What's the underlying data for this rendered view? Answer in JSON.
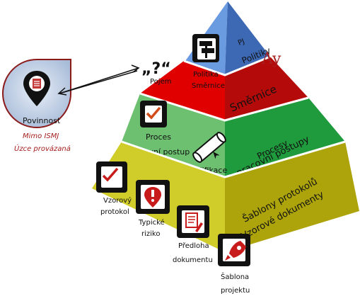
{
  "tiers": {
    "top": {
      "side_label_1": "PJ",
      "side_label_2": "Politiky",
      "front_label_1": "Politika",
      "front_label_2": "Směrnice"
    },
    "red": {
      "side_label": "Směrnice",
      "front_label": "Pojem"
    },
    "green": {
      "side_label_1": "Procesy",
      "side_label_2": "a pracovní postupy",
      "front_label_1": "Proces",
      "front_label_2": "Pracovní postup",
      "front_label_3": "Kvalifikace"
    },
    "olive": {
      "side_label_1": "Šablony protokolů",
      "side_label_2": "Vzorové dokumenty"
    }
  },
  "quote_mark": "„?“",
  "ay_mark": "Ay",
  "povinnost": {
    "label": "Povinnost",
    "note_1": "Mimo ISMJ",
    "note_2": "Úzce provázaná"
  },
  "icons_bottom": [
    {
      "label_1": "Vzorový",
      "label_2": "protokol"
    },
    {
      "label_1": "Typické",
      "label_2": "riziko"
    },
    {
      "label_1": "Předloha",
      "label_2": "dokumentu"
    },
    {
      "label_1": "Šablona",
      "label_2": "projektu"
    }
  ],
  "colors": {
    "blue": "#3c68b4",
    "red": "#e00000",
    "dark_red": "#b50a0a",
    "green": "#6cc070",
    "dark_green": "#1f9a3c",
    "olive": "#d0cc2a",
    "dark_olive": "#aca40a",
    "pin_red": "#c43838"
  }
}
